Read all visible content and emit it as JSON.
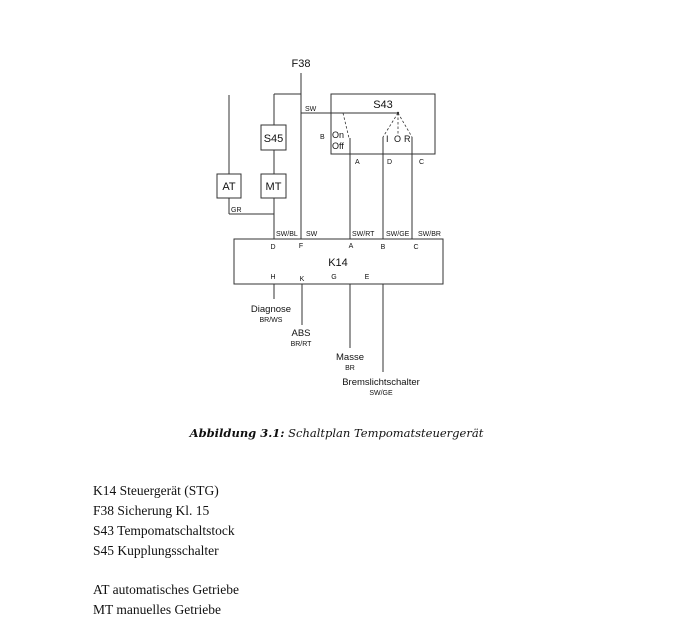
{
  "diagram": {
    "fuse": "F38",
    "switch_stalk": "S43",
    "clutch_switch": "S45",
    "auto_trans": "AT",
    "manual_trans": "MT",
    "control_unit": "K14",
    "wire_sw_top": "SW",
    "wire_gr": "GR",
    "s43_pin_b": "B",
    "s43_on": "On",
    "s43_off": "Off",
    "s43_i": "I",
    "s43_o": "O",
    "s43_r": "R",
    "s43_pin_a": "A",
    "s43_pin_d": "D",
    "s43_pin_c": "C",
    "wire_labels": [
      "SW/BL",
      "SW",
      "SW/RT",
      "SW/GE",
      "SW/BR"
    ],
    "k14_top_pins": [
      "D",
      "F",
      "A",
      "B",
      "C"
    ],
    "k14_bottom_pins": [
      "H",
      "K",
      "G",
      "E"
    ],
    "outputs": [
      {
        "name": "Diagnose",
        "color": "BR/WS"
      },
      {
        "name": "ABS",
        "color": "BR/RT"
      },
      {
        "name": "Masse",
        "color": "BR"
      },
      {
        "name": "Bremslichtschalter",
        "color": "SW/GE"
      }
    ]
  },
  "caption": {
    "label": "Abbildung 3.1:",
    "text": "Schaltplan Tempomatsteuergerät"
  },
  "legend": {
    "components": [
      "K14 Steuergerät (STG)",
      "F38 Sicherung Kl. 15",
      "S43 Tempomatschaltstock",
      "S45 Kupplungsschalter"
    ],
    "transmissions": [
      "AT automatisches Getriebe",
      "MT manuelles Getriebe"
    ]
  }
}
